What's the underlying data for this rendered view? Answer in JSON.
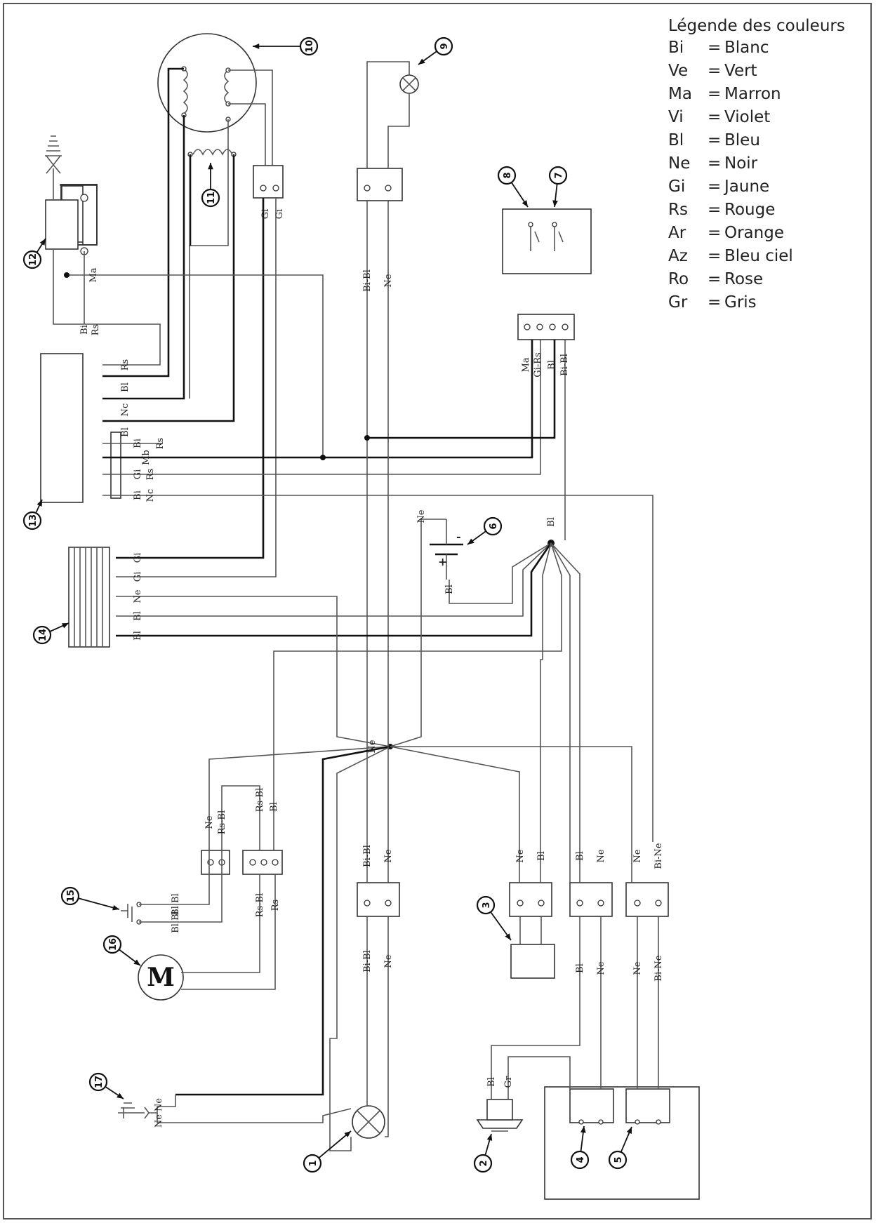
{
  "legend": {
    "title": "Légende des couleurs",
    "rows": [
      {
        "code": "Bi",
        "name": "Blanc"
      },
      {
        "code": "Ve",
        "name": "Vert"
      },
      {
        "code": "Ma",
        "name": "Marron"
      },
      {
        "code": "Vi",
        "name": "Violet"
      },
      {
        "code": "Bl",
        "name": "Bleu"
      },
      {
        "code": "Ne",
        "name": "Noir"
      },
      {
        "code": "Gi",
        "name": "Jaune"
      },
      {
        "code": "Rs",
        "name": "Rouge"
      },
      {
        "code": "Ar",
        "name": "Orange"
      },
      {
        "code": "Az",
        "name": "Bleu ciel"
      },
      {
        "code": "Ro",
        "name": "Rose"
      },
      {
        "code": "Gr",
        "name": "Gris"
      }
    ]
  },
  "callouts": [
    "1",
    "2",
    "3",
    "4",
    "5",
    "6",
    "7",
    "8",
    "9",
    "10",
    "11",
    "12",
    "13",
    "14",
    "15",
    "16",
    "17"
  ],
  "motor_symbol": "M",
  "battery": {
    "minus": "-",
    "plus": "+"
  },
  "wire_labels": {
    "ma_12": "Ma",
    "bi_top": "Bi",
    "rs_top": "Rs",
    "gi_10a": "Gi",
    "gi_10b": "Gi",
    "bibl_9": "Bi-Bl",
    "ne_9": "Ne",
    "ma_7": "Ma",
    "girs_7": "Gi-Rs",
    "bl_7": "Bl",
    "bibl_7": "Bi-Bl",
    "r13_1": "Rs",
    "r13_2": "Bl",
    "r13_3": "Nc",
    "r13_4": "Bl",
    "r13_5a": "Bi",
    "r13_5b": "Rs",
    "r13_6": "Mb",
    "r13_7a": "Gi",
    "r13_7b": "Rs",
    "r13_8a": "Bi",
    "r13_8b": "Nc",
    "bl_node": "Bl",
    "ne_6": "Ne",
    "bl_6": "Bl",
    "r14_1": "Gi",
    "r14_2": "Gi",
    "r14_3": "Ne",
    "r14_4": "Bl",
    "r14_5": "Bl",
    "ne_hub": "Ne",
    "ne_15": "Ne",
    "rsbl_15": "Rs-Bl",
    "rsbl_16": "Rs-Bl",
    "bl_16": "Bl",
    "bibl_mid": "Bi-Bl",
    "ne_mid": "Ne",
    "ne_3": "Ne",
    "bl_3": "Bl",
    "bl_4": "Bl",
    "ne_4": "Ne",
    "ne_5": "Ne",
    "bine_5": "Bi-Ne",
    "blbl_15": "Bl Bl",
    "bl_15b": "Bl Bl",
    "rsbl_m": "Rs-Bl",
    "rs_m": "Rs",
    "bibl_low": "Bi-Bl",
    "ne_low": "Ne",
    "bl_low": "Bl",
    "ne_low4": "Ne",
    "ne_low5": "Ne",
    "bine_low5": "Bi-Ne",
    "bl_2": "Bl",
    "gr_2": "Gr",
    "nene_17": "Ne Ne"
  },
  "colors": {
    "line": "#555555",
    "bold_line": "#111111",
    "frame": "#555555"
  }
}
